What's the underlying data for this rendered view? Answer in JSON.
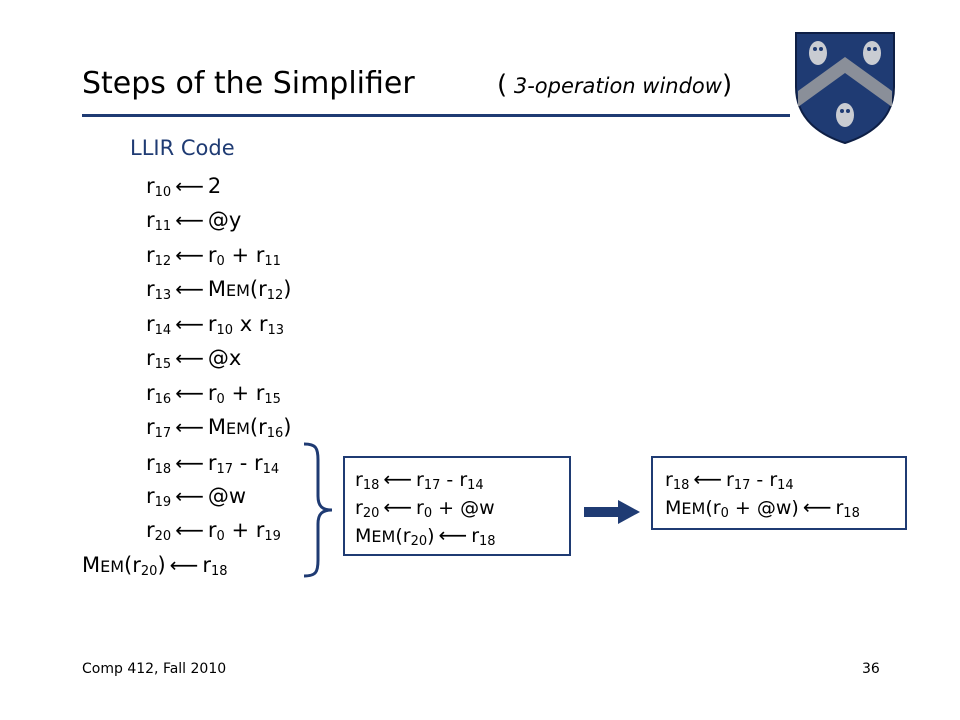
{
  "slide": {
    "title": "Steps of the Simplifier",
    "subtitle_open": "(",
    "subtitle_italic": " 3-operation window",
    "subtitle_close": ")",
    "section_label": "LLIR Code",
    "arrow_glyph": "⟵",
    "mem_initial": "M",
    "mem_rest": "EM",
    "code_lines": [
      {
        "lhs": "r",
        "lhs_sub": "10",
        "rhs": "2"
      },
      {
        "lhs": "r",
        "lhs_sub": "11",
        "rhs": "@y"
      },
      {
        "lhs": "r",
        "lhs_sub": "12",
        "rhs_a": "r",
        "rhs_a_sub": "0",
        "op": " + ",
        "rhs_b": "r",
        "rhs_b_sub": "11"
      },
      {
        "lhs": "r",
        "lhs_sub": "13",
        "mem_arg": "r",
        "mem_arg_sub": "12"
      },
      {
        "lhs": "r",
        "lhs_sub": "14",
        "rhs_a": "r",
        "rhs_a_sub": "10",
        "op": " x ",
        "rhs_b": "r",
        "rhs_b_sub": "13"
      },
      {
        "lhs": "r",
        "lhs_sub": "15",
        "rhs": "@x"
      },
      {
        "lhs": "r",
        "lhs_sub": "16",
        "rhs_a": "r",
        "rhs_a_sub": "0",
        "op": " + ",
        "rhs_b": "r",
        "rhs_b_sub": "15"
      },
      {
        "lhs": "r",
        "lhs_sub": "17",
        "mem_arg": "r",
        "mem_arg_sub": "16"
      },
      {
        "lhs": "r",
        "lhs_sub": "18",
        "rhs_a": "r",
        "rhs_a_sub": "17",
        "op": " - ",
        "rhs_b": "r",
        "rhs_b_sub": "14"
      },
      {
        "lhs": "r",
        "lhs_sub": "19",
        "rhs": "@w"
      },
      {
        "lhs": "r",
        "lhs_sub": "20",
        "rhs_a": "r",
        "rhs_a_sub": "0",
        "op": " + ",
        "rhs_b": "r",
        "rhs_b_sub": "19"
      },
      {
        "store_arg": "r",
        "store_arg_sub": "20",
        "store_src": "r",
        "store_src_sub": "18"
      }
    ],
    "window_box": {
      "l1": {
        "lhs": "r",
        "lhs_sub": "18",
        "a": "r",
        "a_sub": "17",
        "op": " - ",
        "b": "r",
        "b_sub": "14"
      },
      "l2": {
        "lhs": "r",
        "lhs_sub": "20",
        "a": "r",
        "a_sub": "0",
        "op": " + ",
        "b": "@w"
      },
      "l3": {
        "arg": "r",
        "arg_sub": "20",
        "src": "r",
        "src_sub": "18"
      }
    },
    "result_box": {
      "l1": {
        "lhs": "r",
        "lhs_sub": "18",
        "a": "r",
        "a_sub": "17",
        "op": " - ",
        "b": "r",
        "b_sub": "14"
      },
      "l2": {
        "arg_a": "r",
        "arg_a_sub": "0",
        "op": " + ",
        "arg_b": "@w",
        "src": "r",
        "src_sub": "18"
      }
    },
    "footer_left": "Comp 412, Fall 2010",
    "footer_right": "36",
    "colors": {
      "accent": "#1f3b73",
      "crest_blue": "#1f3b73",
      "crest_gray": "#8a8f99"
    }
  }
}
